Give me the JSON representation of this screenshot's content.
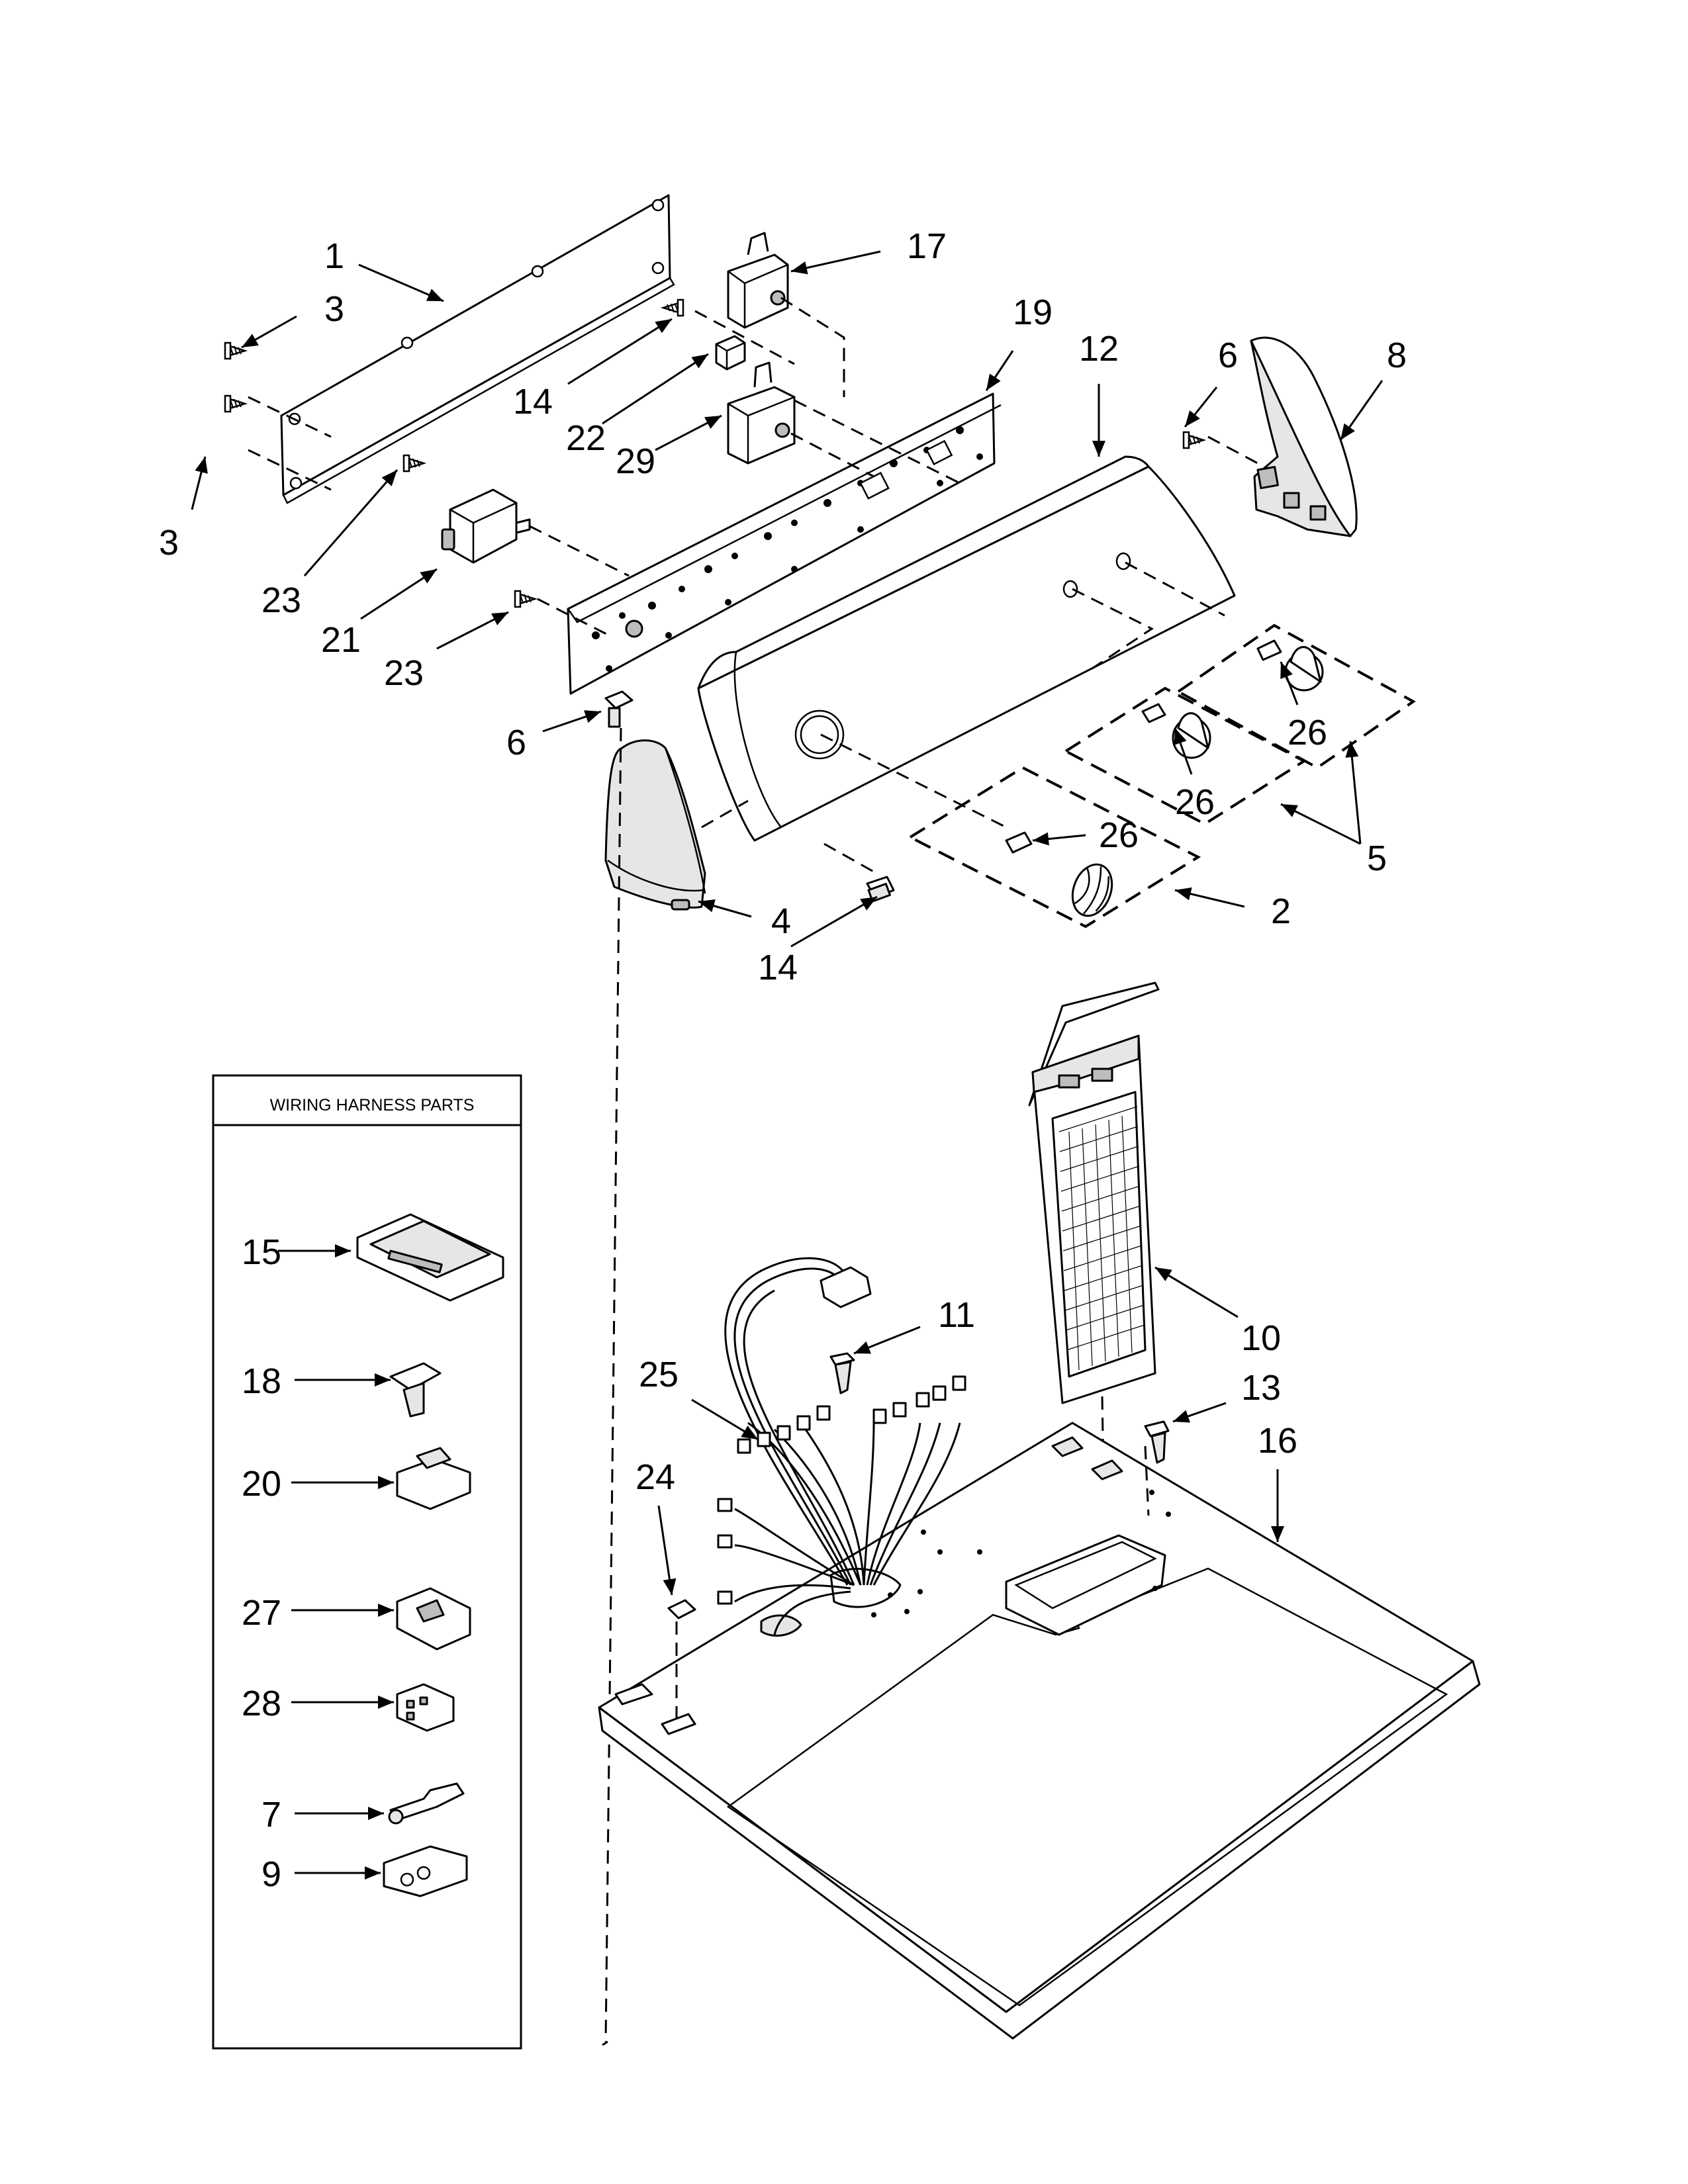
{
  "wiring_box": {
    "title": "WIRING HARNESS PARTS"
  },
  "callouts": [
    {
      "id": "c1",
      "text": "1"
    },
    {
      "id": "c3a",
      "text": "3"
    },
    {
      "id": "c3b",
      "text": "3"
    },
    {
      "id": "c17",
      "text": "17"
    },
    {
      "id": "c14a",
      "text": "14"
    },
    {
      "id": "c22",
      "text": "22"
    },
    {
      "id": "c29",
      "text": "29"
    },
    {
      "id": "c19",
      "text": "19"
    },
    {
      "id": "c12",
      "text": "12"
    },
    {
      "id": "c6a",
      "text": "6"
    },
    {
      "id": "c8",
      "text": "8"
    },
    {
      "id": "c23a",
      "text": "23"
    },
    {
      "id": "c21",
      "text": "21"
    },
    {
      "id": "c23b",
      "text": "23"
    },
    {
      "id": "c6b",
      "text": "6"
    },
    {
      "id": "c26a",
      "text": "26"
    },
    {
      "id": "c26b",
      "text": "26"
    },
    {
      "id": "c5",
      "text": "5"
    },
    {
      "id": "c26c",
      "text": "26"
    },
    {
      "id": "c2",
      "text": "2"
    },
    {
      "id": "c4",
      "text": "4"
    },
    {
      "id": "c14b",
      "text": "14"
    },
    {
      "id": "c15",
      "text": "15"
    },
    {
      "id": "c18",
      "text": "18"
    },
    {
      "id": "c20",
      "text": "20"
    },
    {
      "id": "c27",
      "text": "27"
    },
    {
      "id": "c28",
      "text": "28"
    },
    {
      "id": "c7",
      "text": "7"
    },
    {
      "id": "c9",
      "text": "9"
    },
    {
      "id": "c11",
      "text": "11"
    },
    {
      "id": "c10",
      "text": "10"
    },
    {
      "id": "c25",
      "text": "25"
    },
    {
      "id": "c13",
      "text": "13"
    },
    {
      "id": "c16",
      "text": "16"
    },
    {
      "id": "c24",
      "text": "24"
    }
  ]
}
